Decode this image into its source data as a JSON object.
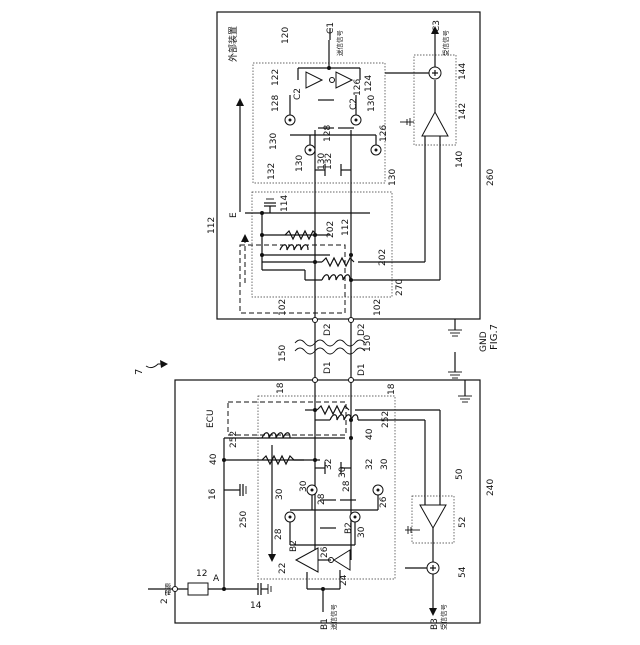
{
  "figure": {
    "caption": "FIG.7",
    "system_number": "7"
  },
  "ecu": {
    "title": "ECU",
    "box_number": "240",
    "inner_box": "250",
    "power_label": "電源",
    "power_node": "2",
    "resistor": "12",
    "node_a": "A",
    "cap_14": "14",
    "cap_16": "16",
    "driver": {
      "label_b2": "B2",
      "label_b2n": "B2",
      "n22": "22",
      "n24": "24",
      "n26a": "26",
      "n26b": "26",
      "n28a": "28",
      "n28b": "28",
      "n28c": "28"
    },
    "sources": [
      "30",
      "30",
      "30",
      "30",
      "30"
    ],
    "caps_32": [
      "32",
      "32"
    ],
    "n40a": "40",
    "n40b": "40",
    "n252a": "252",
    "n252b": "252",
    "n18a": "18",
    "n18b": "18",
    "receiver": {
      "box": "50",
      "amp": "52",
      "adder": "54"
    },
    "tx_label": "B1",
    "tx_text": "送信信号",
    "rx_label": "B3",
    "rx_text": "受信信号"
  },
  "cable": {
    "n150a": "150",
    "n150b": "150",
    "d1a": "D1",
    "d1b": "D1",
    "d2a": "D2",
    "d2b": "D2",
    "gnd": "GND"
  },
  "external": {
    "title": "外部装置",
    "box_number": "260",
    "inner_box": "120",
    "filter_box": "270",
    "n102a": "102",
    "n102b": "102",
    "n112a": "112",
    "n112b": "112",
    "n114": "114",
    "node_e": "E",
    "n202a": "202",
    "n202b": "202",
    "driver": {
      "label_c2": "C2",
      "label_c2n": "C2",
      "n122": "122",
      "n124": "124",
      "n126a": "126",
      "n126b": "126",
      "n128a": "128",
      "n128b": "128"
    },
    "sources": [
      "130",
      "130",
      "130",
      "130",
      "130"
    ],
    "caps_132": [
      "132",
      "132"
    ],
    "receiver": {
      "box": "140",
      "amp": "142",
      "adder": "144"
    },
    "tx_label": "C1",
    "tx_text": "送信信号",
    "rx_label": "C3",
    "rx_text": "受信信号"
  }
}
